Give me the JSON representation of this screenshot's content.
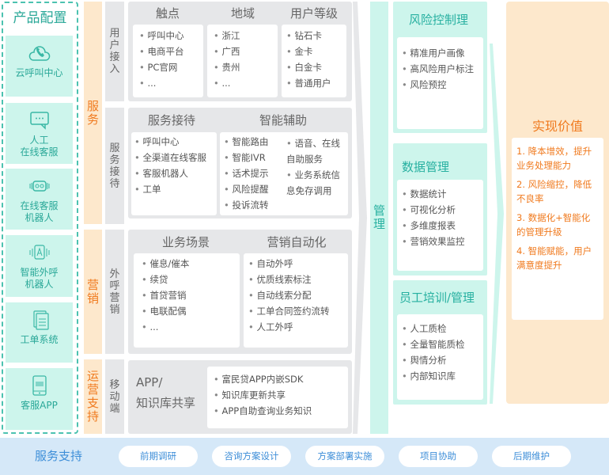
{
  "product_config": {
    "title": "产品配置",
    "items": [
      {
        "icon": "cloud-phone-icon",
        "label": "云呼叫中心"
      },
      {
        "icon": "chat-bubble-icon",
        "label": "人工\n在线客服"
      },
      {
        "icon": "robot-icon",
        "label": "在线客服\n机器人"
      },
      {
        "icon": "ai-voice-icon",
        "label": "智能外呼\n机器人"
      },
      {
        "icon": "document-icon",
        "label": "工单系统"
      },
      {
        "icon": "app-tablet-icon",
        "label": "客服APP"
      }
    ]
  },
  "categories": {
    "service": "服务",
    "marketing": "营销",
    "ops": "运营支持"
  },
  "rows": {
    "access": {
      "label": "用户接入",
      "cols": [
        {
          "title": "触点",
          "items": [
            "呼叫中心",
            "电商平台",
            "PC官网",
            "..."
          ]
        },
        {
          "title": "地域",
          "items": [
            "浙江",
            "广西",
            "贵州",
            "..."
          ]
        },
        {
          "title": "用户等级",
          "items": [
            "钻石卡",
            "金卡",
            "白金卡",
            "普通用户"
          ]
        }
      ]
    },
    "reception": {
      "label": "服务接待",
      "cols": [
        {
          "title": "服务接待",
          "items": [
            "呼叫中心",
            "全渠道在线客服",
            "客服机器人",
            "工单"
          ]
        },
        {
          "title": "智能辅助",
          "items": [
            "智能路由",
            "智能IVR",
            "话术提示",
            "风险提醒",
            "投诉流转"
          ],
          "items2": [
            "语音、在线自助服务",
            "业务系统信息免存调用"
          ]
        }
      ]
    },
    "outbound": {
      "label": "外呼营销",
      "cols": [
        {
          "title": "业务场景",
          "items": [
            "催息/催本",
            "续贷",
            "首贷营销",
            "电联配偶",
            "..."
          ]
        },
        {
          "title": "营销自动化",
          "items": [
            "自动外呼",
            "优质线索标注",
            "自动线索分配",
            "工单合同签约流转",
            "人工外呼"
          ]
        }
      ]
    },
    "mobile": {
      "label": "移动端",
      "title1": "APP/",
      "title2": "知识库共享",
      "items": [
        "富民贷APP内嵌SDK",
        "知识库更新共享",
        "APP自助查询业务知识"
      ]
    }
  },
  "management": {
    "label": "管理",
    "boxes": [
      {
        "title": "风险控制理",
        "items": [
          "精准用户画像",
          "高风险用户标注",
          "风险预控"
        ]
      },
      {
        "title": "数据管理",
        "items": [
          "数据统计",
          "可视化分析",
          "多维度报表",
          "营销效果监控"
        ]
      },
      {
        "title": "员工培训/管理",
        "items": [
          "人工质检",
          "全量智能质检",
          "舆情分析",
          "内部知识库"
        ]
      }
    ]
  },
  "value": {
    "title": "实现价值",
    "items": [
      "1. 降本增效，提升业务处理能力",
      "2. 风险缩控，降低不良率",
      "3. 数据化+智能化的管理升级",
      "4. 智能赋能，用户满意度提升"
    ]
  },
  "support": {
    "title": "服务支持",
    "items": [
      "前期调研",
      "咨询方案设计",
      "方案部署实施",
      "项目协助",
      "后期维护"
    ]
  },
  "colors": {
    "teal": "#2aa898",
    "orange": "#f07a1e",
    "blue": "#3d8ed8"
  }
}
